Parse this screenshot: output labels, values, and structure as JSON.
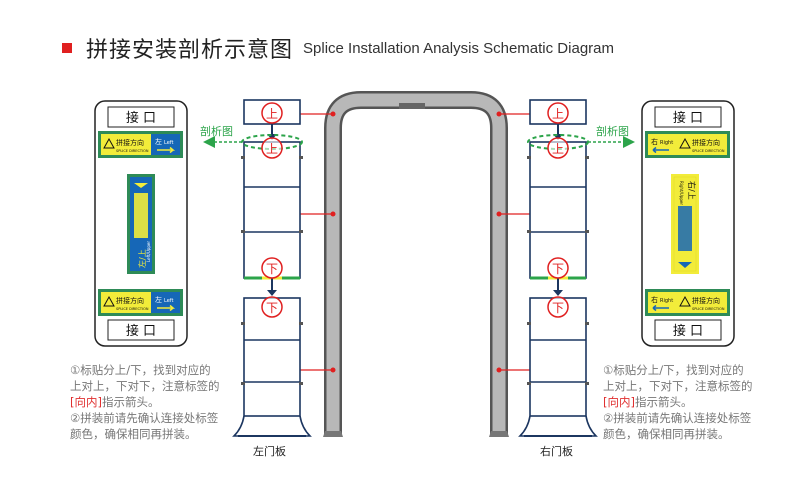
{
  "title": {
    "cn": "拼接安装剖析示意图",
    "en": "Splice Installation Analysis Schematic Diagram"
  },
  "colors": {
    "accent_red": "#e02020",
    "navy": "#1c3660",
    "panel_green": "#2e8b57",
    "label_blue": "#1667b7",
    "label_yellow": "#f2ec3a",
    "dash_green": "#2ca44a",
    "frame_gray": "#9a9a9a"
  },
  "left_card": {
    "top_header": "接 口",
    "bottom_header": "接 口",
    "label_cn": "拼接方向",
    "label_en": "SPLICE DIRECTION",
    "side_text": "左",
    "side_en": "Left",
    "vertical_text": "左/上",
    "vertical_en": "Left/Upper"
  },
  "right_card": {
    "top_header": "接 口",
    "bottom_header": "接 口",
    "label_cn": "拼接方向",
    "label_en": "SPLICE DIRECTION",
    "side_text": "右",
    "side_en": "Right",
    "vertical_text": "右/上",
    "vertical_en": "Right/Upper"
  },
  "callouts": {
    "section_left": "剖析图",
    "section_right": "剖析图",
    "up": "上",
    "down": "下"
  },
  "door_labels": {
    "left": "左门板",
    "right": "右门板"
  },
  "notes": {
    "line1": "①标贴分上/下，找到对应的",
    "line2": "上对上，下对下，注意标签的",
    "line3_hl": "[向内]",
    "line3_rest": "指示箭头。",
    "line4": "②拼装前请先确认连接处标签",
    "line5": "颜色，确保相同再拼装。"
  }
}
